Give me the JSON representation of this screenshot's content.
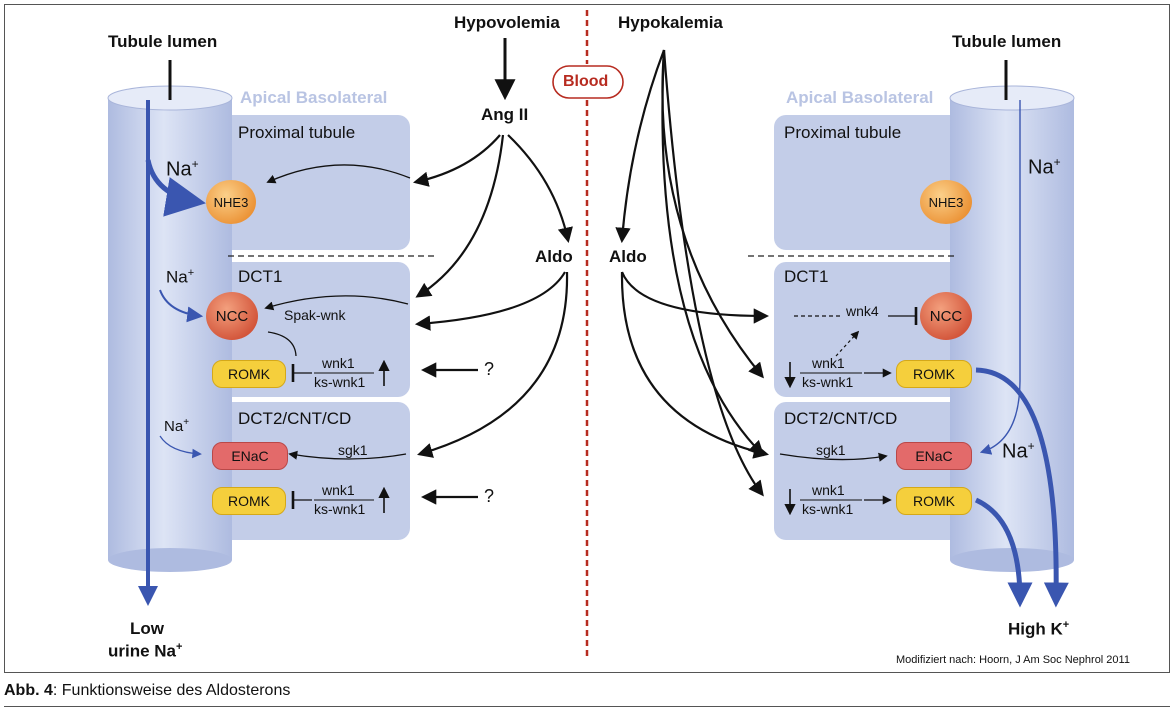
{
  "top": {
    "hypovolemia": "Hypovolemia",
    "hypokalemia": "Hypokalemia",
    "blood": "Blood",
    "ang2": "Ang II",
    "aldo_left": "Aldo",
    "aldo_right": "Aldo"
  },
  "left": {
    "tubule_lumen": "Tubule lumen",
    "apical_basolateral": "Apical Basolateral",
    "proximal_tubule": "Proximal tubule",
    "dct1": "DCT1",
    "dct2": "DCT2/CNT/CD",
    "na_1": "Na",
    "na_2": "Na",
    "na_3": "Na",
    "nhe3": "NHE3",
    "ncc": "NCC",
    "spak_wnk": "Spak-wnk",
    "romk_1": "ROMK",
    "wnk1_1": "wnk1",
    "kswnk1_1": "ks-wnk1",
    "question_1": "?",
    "enac": "ENaC",
    "sgk1": "sgk1",
    "romk_2": "ROMK",
    "wnk1_2": "wnk1",
    "kswnk1_2": "ks-wnk1",
    "question_2": "?",
    "low_urine": "Low",
    "low_urine_2": "urine Na"
  },
  "right": {
    "tubule_lumen": "Tubule lumen",
    "apical_basolateral": "Apical Basolateral",
    "proximal_tubule": "Proximal tubule",
    "dct1": "DCT1",
    "dct2": "DCT2/CNT/CD",
    "na_1": "Na",
    "na_2": "Na",
    "nhe3": "NHE3",
    "ncc": "NCC",
    "wnk4": "wnk4",
    "wnk1_1": "wnk1",
    "kswnk1_1": "ks-wnk1",
    "romk_1": "ROMK",
    "sgk1": "sgk1",
    "enac": "ENaC",
    "wnk1_2": "wnk1",
    "kswnk1_2": "ks-wnk1",
    "romk_2": "ROMK",
    "high_k": "High K"
  },
  "source": "Modifiziert nach: Hoorn, J Am Soc Nephrol 2011",
  "caption": {
    "label": "Abb. 4",
    "text": ": Funktionsweise des Aldosterons"
  },
  "colors": {
    "cell_box": "#c3cde8",
    "tubule": "#c9d3ee",
    "arrow_blue": "#3a56b0",
    "blood_red": "#b72b20",
    "romk_yellow": "#f5cf3c",
    "enac_red": "#e36a6a",
    "nhe3_orange": "#f29a33",
    "ncc_red": "#d94a2e"
  }
}
